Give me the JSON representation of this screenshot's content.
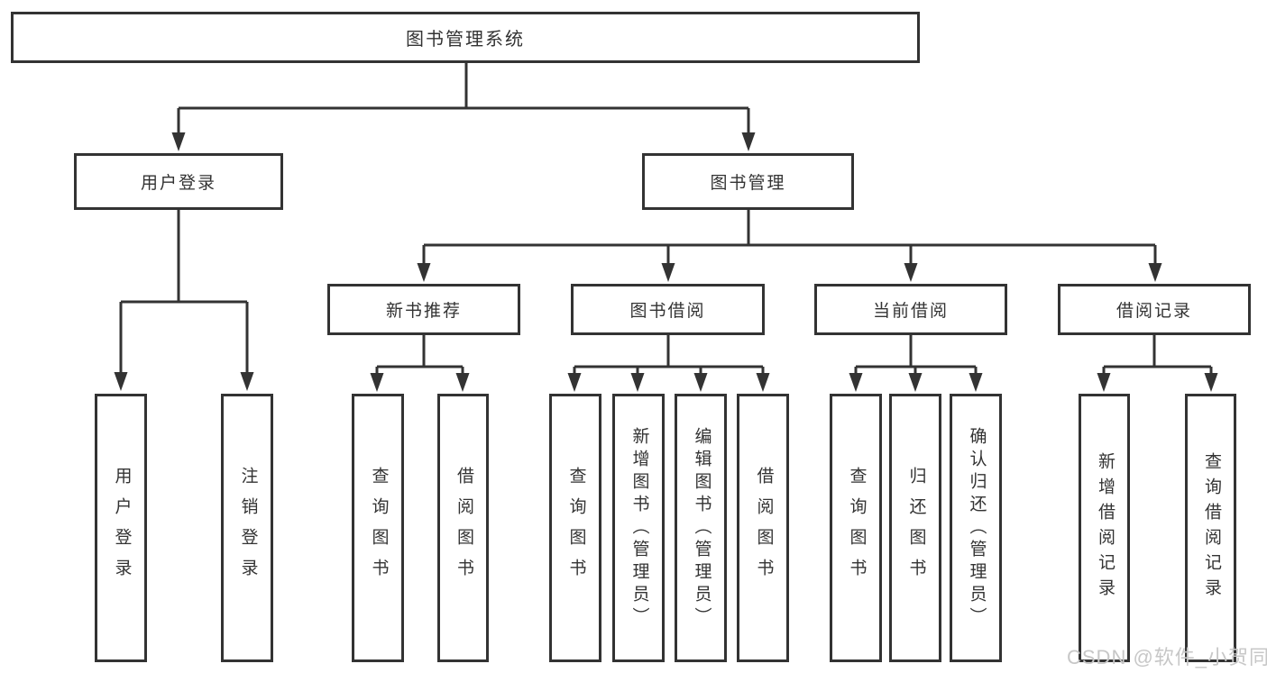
{
  "diagram_type": "hierarchy-chart",
  "tree": {
    "root": {
      "label": "图书管理系统"
    },
    "children": [
      {
        "label": "用户登录",
        "children": [
          {
            "label": "用户登录"
          },
          {
            "label": "注销登录"
          }
        ]
      },
      {
        "label": "图书管理",
        "children": [
          {
            "label": "新书推荐",
            "children": [
              {
                "label": "查询图书"
              },
              {
                "label": "借阅图书"
              }
            ]
          },
          {
            "label": "图书借阅",
            "children": [
              {
                "label": "查询图书"
              },
              {
                "label": "新增图书（管理员）"
              },
              {
                "label": "编辑图书（管理员）"
              },
              {
                "label": "借阅图书"
              }
            ]
          },
          {
            "label": "当前借阅",
            "children": [
              {
                "label": "查询图书"
              },
              {
                "label": "归还图书"
              },
              {
                "label": "确认归还（管理员）"
              }
            ]
          },
          {
            "label": "借阅记录",
            "children": [
              {
                "label": "新增借阅记录"
              },
              {
                "label": "查询借阅记录"
              }
            ]
          }
        ]
      }
    ]
  },
  "watermark": "CSDN @软件_小贺同学",
  "colors": {
    "line": "#333333",
    "box_border": "#333333",
    "box_fill": "#ffffff",
    "text": "#333333",
    "watermark": "#c7c7c7",
    "background": "#ffffff"
  }
}
